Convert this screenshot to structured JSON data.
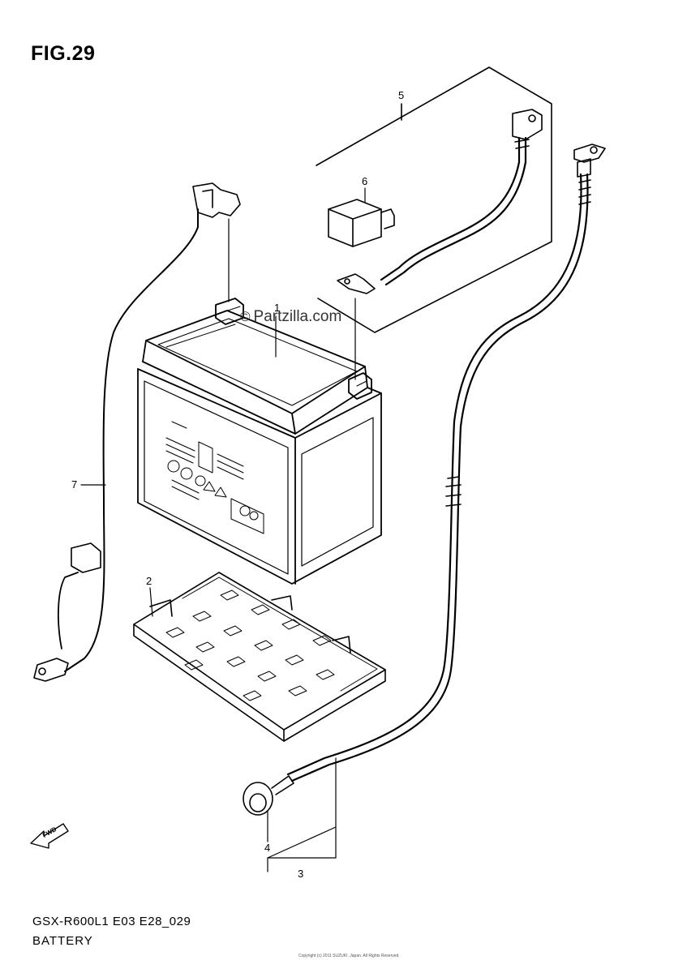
{
  "figure": {
    "title": "FIG.29",
    "code": "GSX-R600L1 E03 E28_029",
    "name": "BATTERY",
    "watermark": "Partzilla.com",
    "watermark_symbol": "©",
    "fwd_label": "FWD"
  },
  "callouts": [
    {
      "id": "1",
      "label": "1"
    },
    {
      "id": "2",
      "label": "2"
    },
    {
      "id": "3",
      "label": "3"
    },
    {
      "id": "4",
      "label": "4"
    },
    {
      "id": "5",
      "label": "5"
    },
    {
      "id": "6",
      "label": "6"
    },
    {
      "id": "7",
      "label": "7"
    }
  ],
  "footer_fine_print": "Copyright (c) 2011 SUZUKI. Japan. All Rights Reserved."
}
